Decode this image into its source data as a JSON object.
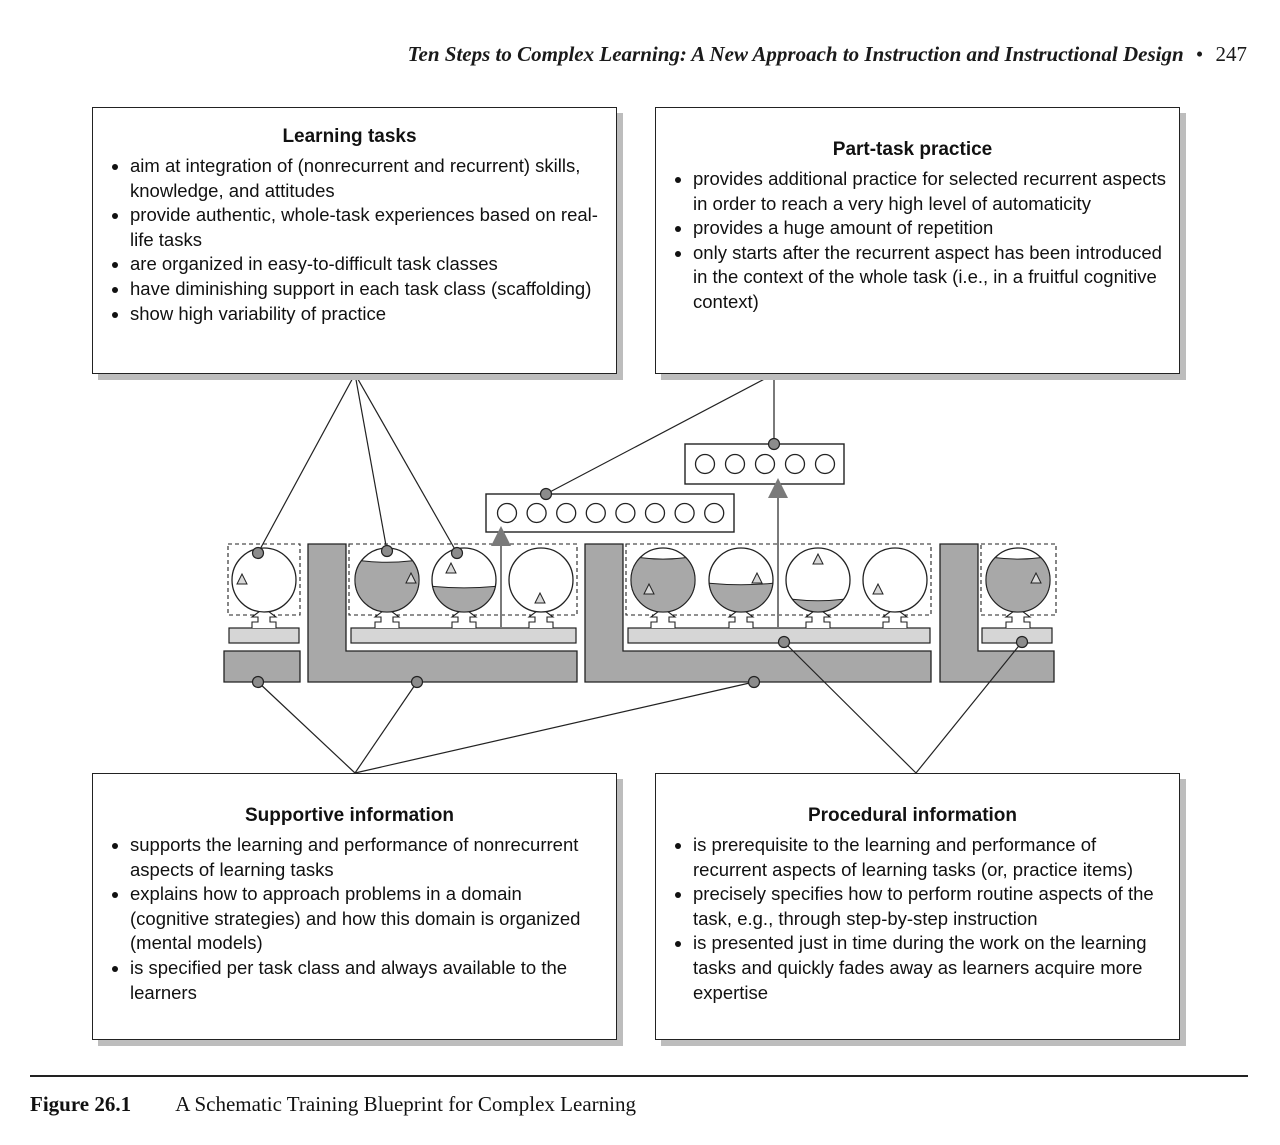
{
  "running_head": {
    "title": "Ten Steps to Complex Learning: A New Approach to Instruction and Instructional Design",
    "separator": "•",
    "page_number": "247"
  },
  "boxes": {
    "learning_tasks": {
      "title": "Learning tasks",
      "items": [
        "aim at integration of (nonrecurrent and recurrent) skills, knowledge, and attitudes",
        "provide authentic, whole-task experiences based on real-life tasks",
        "are organized in easy-to-difficult task classes",
        "have diminishing support in each task class (scaffolding)",
        "show high variability of practice"
      ]
    },
    "part_task_practice": {
      "title": "Part-task practice",
      "items": [
        "provides additional practice for selected recurrent aspects in order to reach a very high level of automaticity",
        "provides a huge amount of repetition",
        "only starts after the recurrent aspect has been introduced in the context of the whole task (i.e., in a fruitful cognitive context)"
      ]
    },
    "supportive_information": {
      "title": "Supportive information",
      "items": [
        "supports the learning and performance of nonrecurrent aspects of learning tasks",
        "explains how to approach problems in a domain (cognitive strategies) and how this domain is organized (mental models)",
        "is specified per task class and always available to the learners"
      ]
    },
    "procedural_information": {
      "title": "Procedural information",
      "items": [
        "is prerequisite to the learning and performance of recurrent aspects of learning tasks (or, practice items)",
        "precisely specifies how to perform routine aspects of the task, e.g., through step-by-step instruction",
        "is presented just in time during the work on the learning tasks and quickly fades away as learners acquire more expertise"
      ]
    }
  },
  "diagram": {
    "task_classes": [
      {
        "tasks": [
          {
            "support": 0.0
          }
        ]
      },
      {
        "tasks": [
          {
            "support": 0.8
          },
          {
            "support": 0.4
          },
          {
            "support": 0.0
          }
        ]
      },
      {
        "tasks": [
          {
            "support": 0.85
          },
          {
            "support": 0.45
          },
          {
            "support": 0.2
          },
          {
            "support": 0.0
          }
        ]
      },
      {
        "tasks": [
          {
            "support": 0.85
          }
        ]
      }
    ],
    "practice_item_sets": [
      {
        "items": 8
      },
      {
        "items": 5
      }
    ],
    "colors": {
      "shade": "#a8a8a8",
      "light": "#d6d6d6",
      "line": "#222222",
      "arrow": "#7a7a7a"
    }
  },
  "caption": {
    "label": "Figure 26.1",
    "text": "A Schematic Training Blueprint for Complex Learning"
  }
}
